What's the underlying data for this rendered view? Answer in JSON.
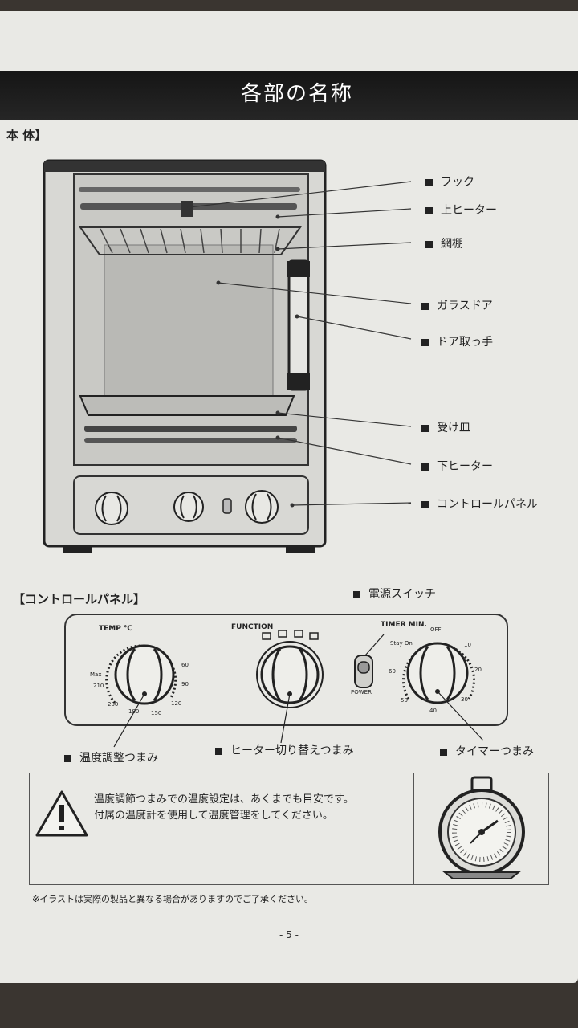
{
  "title": "各部の名称",
  "section_main": "本 体】",
  "main_labels": {
    "hook": "フック",
    "upper_heater": "上ヒーター",
    "rack": "網棚",
    "glass_door": "ガラスドア",
    "door_handle": "ドア取っ手",
    "tray": "受け皿",
    "lower_heater": "下ヒーター",
    "control_panel": "コントロールパネル"
  },
  "section_panel": "【コントロールパネル】",
  "panel_labels": {
    "power_switch": "電源スイッチ",
    "temp_knob": "温度調整つまみ",
    "heater_knob": "ヒーター切り替えつまみ",
    "timer_knob": "タイマーつまみ"
  },
  "panel": {
    "temp_caption": "TEMP ℃",
    "function_caption": "FUNCTION",
    "timer_caption": "TIMER MIN.",
    "power_caption": "POWER",
    "temp_scale": [
      "Max",
      "210",
      "200",
      "180",
      "150",
      "120",
      "90",
      "60"
    ],
    "timer_scale": [
      "Stay On",
      "OFF",
      "10",
      "20",
      "30",
      "40",
      "50",
      "60"
    ]
  },
  "warning": {
    "line1": "温度調節つまみでの温度設定は、あくまでも目安です。",
    "line2": "付属の温度計を使用して温度管理をしてください。"
  },
  "note": "※イラストは実際の製品と異なる場合がありますのでご了承ください。",
  "page_number": "- 5 -"
}
